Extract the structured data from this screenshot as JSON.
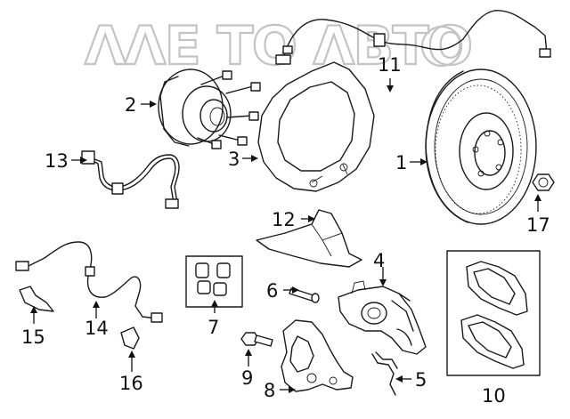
{
  "watermark": "ΛΛЕ  ΤΟ ΛΒΤΟ",
  "callouts": [
    "1",
    "2",
    "3",
    "4",
    "5",
    "6",
    "7",
    "8",
    "9",
    "10",
    "11",
    "12",
    "13",
    "14",
    "15",
    "16",
    "17"
  ],
  "colors": {
    "line": "#1a1a1a",
    "watermark": "#c4c4c4",
    "background": "#ffffff"
  }
}
